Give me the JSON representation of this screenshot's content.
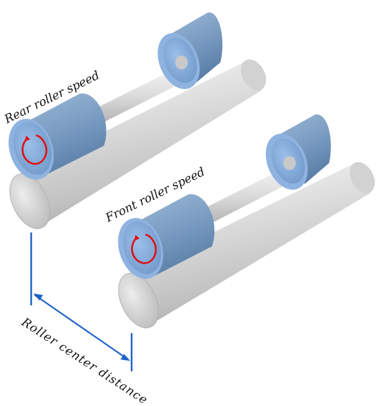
{
  "labels": {
    "rear": "Rear roller speed",
    "front": "Front roller speed",
    "distance": "Roller center distance"
  },
  "colors": {
    "roller_light": "#f2f2f2",
    "roller_mid": "#cfcfcf",
    "roller_dark": "#9c9c9c",
    "cap_light": "#a9c6e4",
    "cap_dark": "#5f86b0",
    "cap_face": "#b9cdf2",
    "arrow": "#e01010",
    "dimension": "#1f63c6"
  }
}
